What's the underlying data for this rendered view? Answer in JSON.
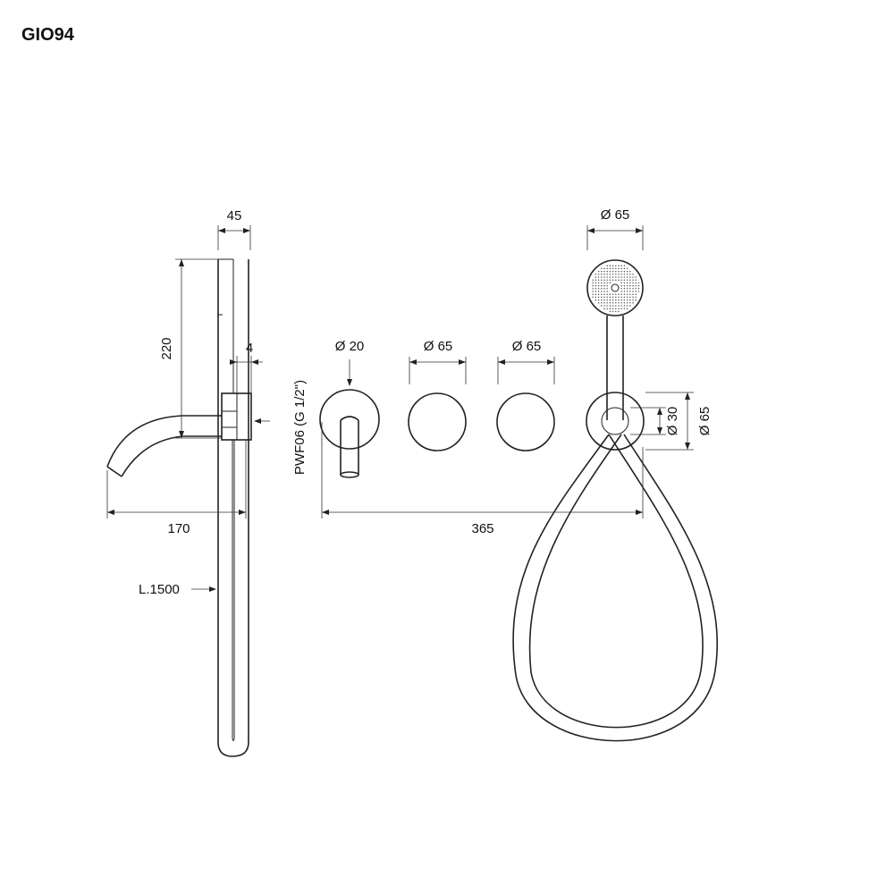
{
  "product_code": "GIO94",
  "dimensions": {
    "width_45": "45",
    "height_220": "220",
    "gap_4": "4",
    "spout_170": "170",
    "hose_length": "L.1500",
    "spout_dia": "Ø 20",
    "handle1_dia": "Ø 65",
    "handle2_dia": "Ø 65",
    "shower_dia": "Ø 65",
    "holder_inner": "Ø 30",
    "holder_outer": "Ø 65",
    "total_365": "365",
    "connection": "PWF06 (G 1/2\")"
  }
}
